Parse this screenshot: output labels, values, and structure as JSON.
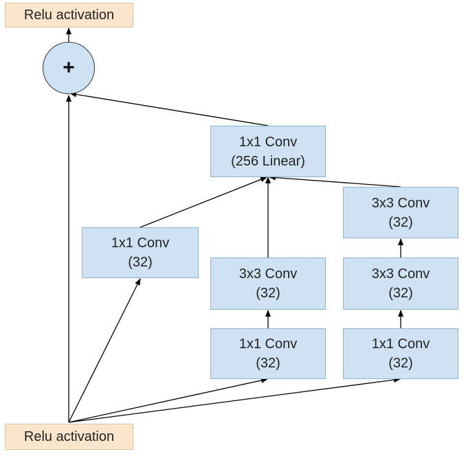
{
  "nodes": {
    "relu_top": {
      "label": "Relu activation"
    },
    "relu_bottom": {
      "label": "Relu activation"
    },
    "add": {
      "symbol": "+"
    },
    "linear": {
      "line1": "1x1 Conv",
      "line2": "(256 Linear)"
    },
    "branch1_conv1": {
      "line1": "1x1 Conv",
      "line2": "(32)"
    },
    "branch2_conv1": {
      "line1": "1x1 Conv",
      "line2": "(32)"
    },
    "branch2_conv2": {
      "line1": "3x3 Conv",
      "line2": "(32)"
    },
    "branch3_conv1": {
      "line1": "1x1 Conv",
      "line2": "(32)"
    },
    "branch3_conv2": {
      "line1": "3x3 Conv",
      "line2": "(32)"
    },
    "branch3_conv3": {
      "line1": "3x3 Conv",
      "line2": "(32)"
    }
  },
  "colors": {
    "conv_fill": "#cfe2f3",
    "relu_fill": "#fce5cd",
    "arrow": "#000000"
  }
}
